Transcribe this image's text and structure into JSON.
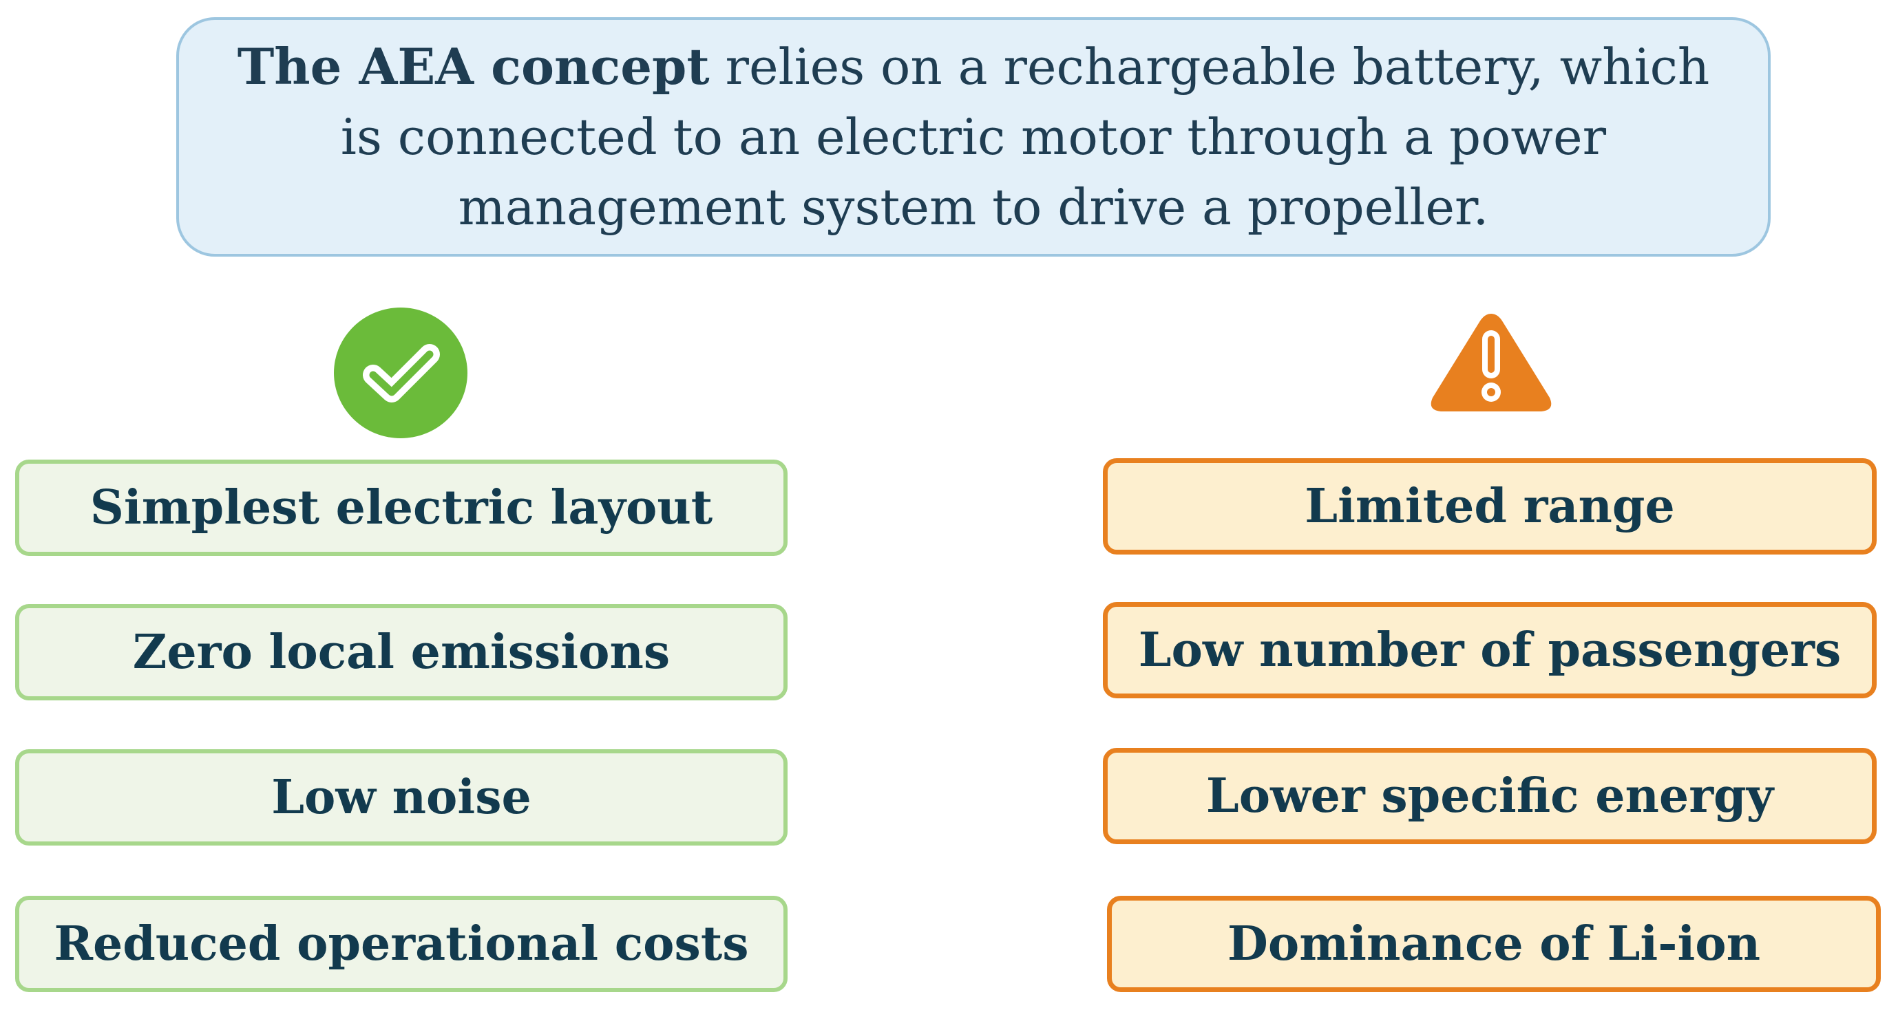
{
  "header": {
    "bold_text": "The AEA concept",
    "rest_text": " relies on a rechargeable battery, which is connected to an electric motor through a power management system to drive a propeller."
  },
  "colors": {
    "header_bg": "#e3f0f9",
    "header_border": "#9dc6e0",
    "pro_bg": "#eff5e8",
    "pro_border": "#a7d78b",
    "con_bg": "#fdefcf",
    "con_border": "#e8801f",
    "check_green": "#6bbb3a",
    "warning_orange": "#e8801f",
    "text": "#123a4e"
  },
  "icons": {
    "advantages": "check-circle-icon",
    "disadvantages": "warning-triangle-icon"
  },
  "advantages": [
    "Simplest electric layout",
    "Zero local emissions",
    "Low noise",
    "Reduced operational costs"
  ],
  "disadvantages": [
    "Limited range",
    "Low number of passengers",
    "Lower specific energy",
    "Dominance of Li-ion"
  ]
}
